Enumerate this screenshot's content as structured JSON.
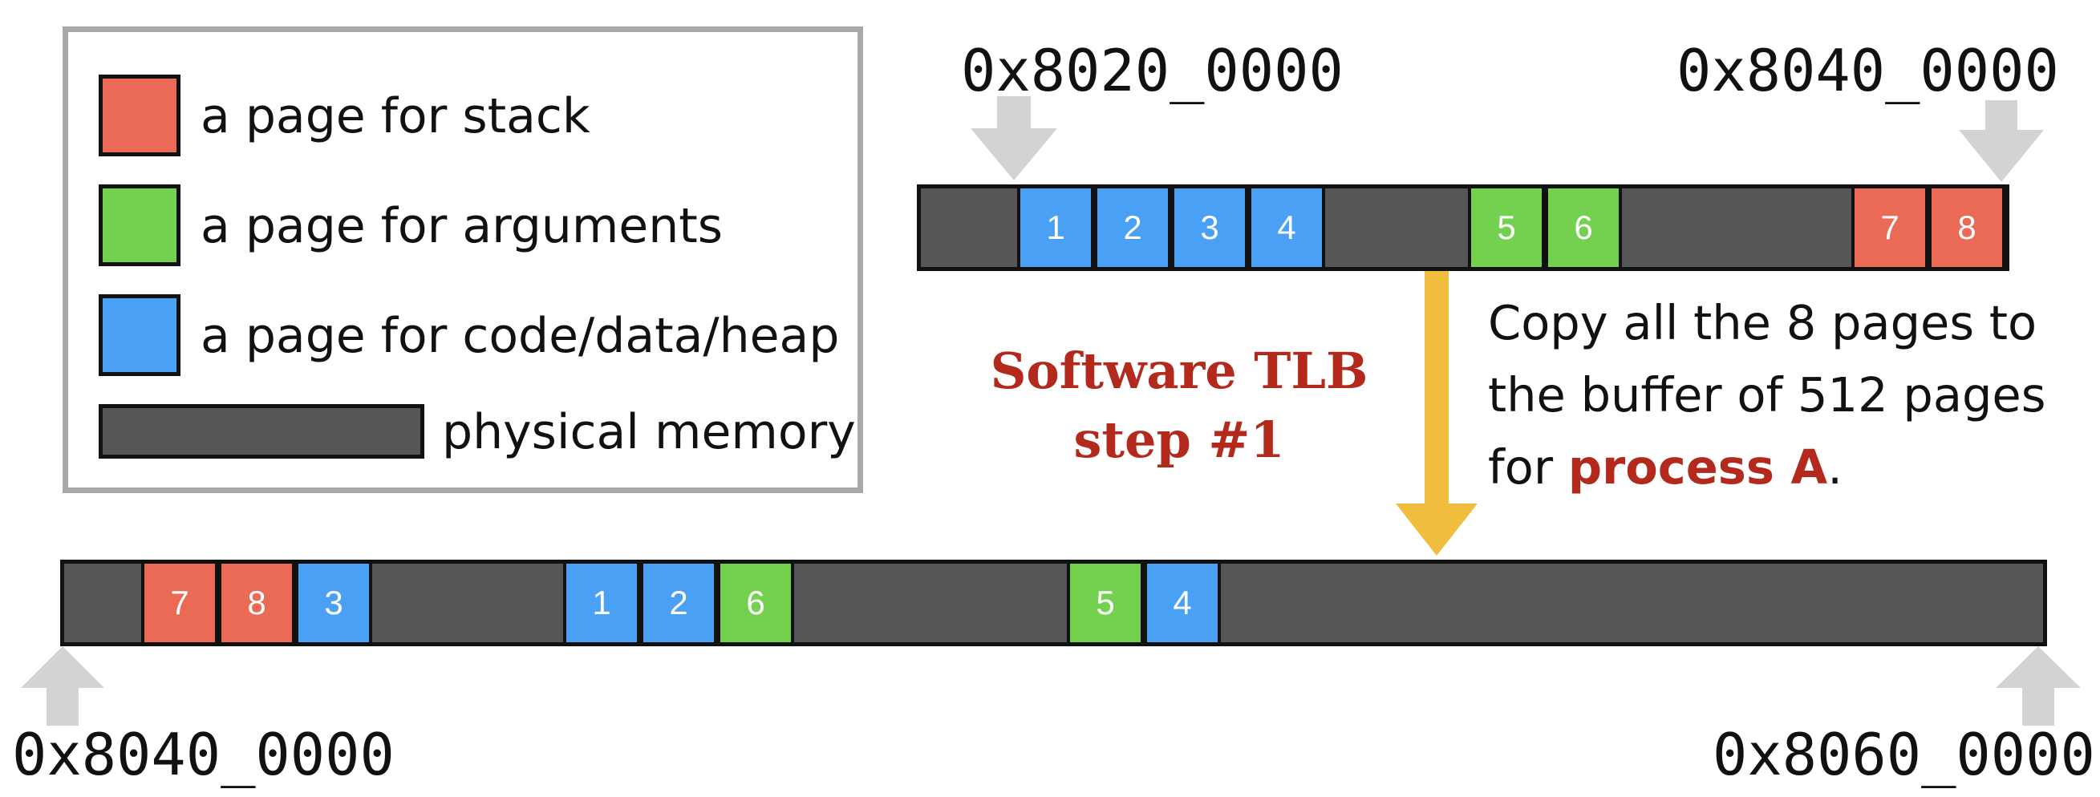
{
  "legend": {
    "stack_label": "a page for stack",
    "args_label": "a page for arguments",
    "code_label": "a page for code/data/heap",
    "memory_label": "physical memory"
  },
  "top_bar": {
    "start_address": "0x8020_0000",
    "end_address": "0x8040_0000",
    "pages": [
      {
        "label": "1",
        "kind": "code"
      },
      {
        "label": "2",
        "kind": "code"
      },
      {
        "label": "3",
        "kind": "code"
      },
      {
        "label": "4",
        "kind": "code"
      },
      {
        "label": "5",
        "kind": "arguments"
      },
      {
        "label": "6",
        "kind": "arguments"
      },
      {
        "label": "7",
        "kind": "stack"
      },
      {
        "label": "8",
        "kind": "stack"
      }
    ]
  },
  "bottom_bar": {
    "start_address": "0x8040_0000",
    "end_address": "0x8060_0000",
    "pages": [
      {
        "label": "7",
        "kind": "stack"
      },
      {
        "label": "8",
        "kind": "stack"
      },
      {
        "label": "3",
        "kind": "code"
      },
      {
        "label": "1",
        "kind": "code"
      },
      {
        "label": "2",
        "kind": "code"
      },
      {
        "label": "6",
        "kind": "arguments"
      },
      {
        "label": "5",
        "kind": "arguments"
      },
      {
        "label": "4",
        "kind": "code"
      }
    ]
  },
  "step_title": {
    "line1": "Software TLB",
    "line2": "step #1"
  },
  "description": {
    "line1": "Copy all the 8 pages to",
    "line2": "the buffer of 512 pages",
    "line3_prefix": "for ",
    "line3_highlight": "process A",
    "line3_suffix": "."
  },
  "colors": {
    "stack": "#ea6a55",
    "arguments": "#74d14f",
    "code": "#4aa0f5",
    "memory": "#555555",
    "accent": "#b3291c",
    "arrow_gray": "#d3d3d3",
    "arrow_yellow": "#f0bd3f"
  }
}
